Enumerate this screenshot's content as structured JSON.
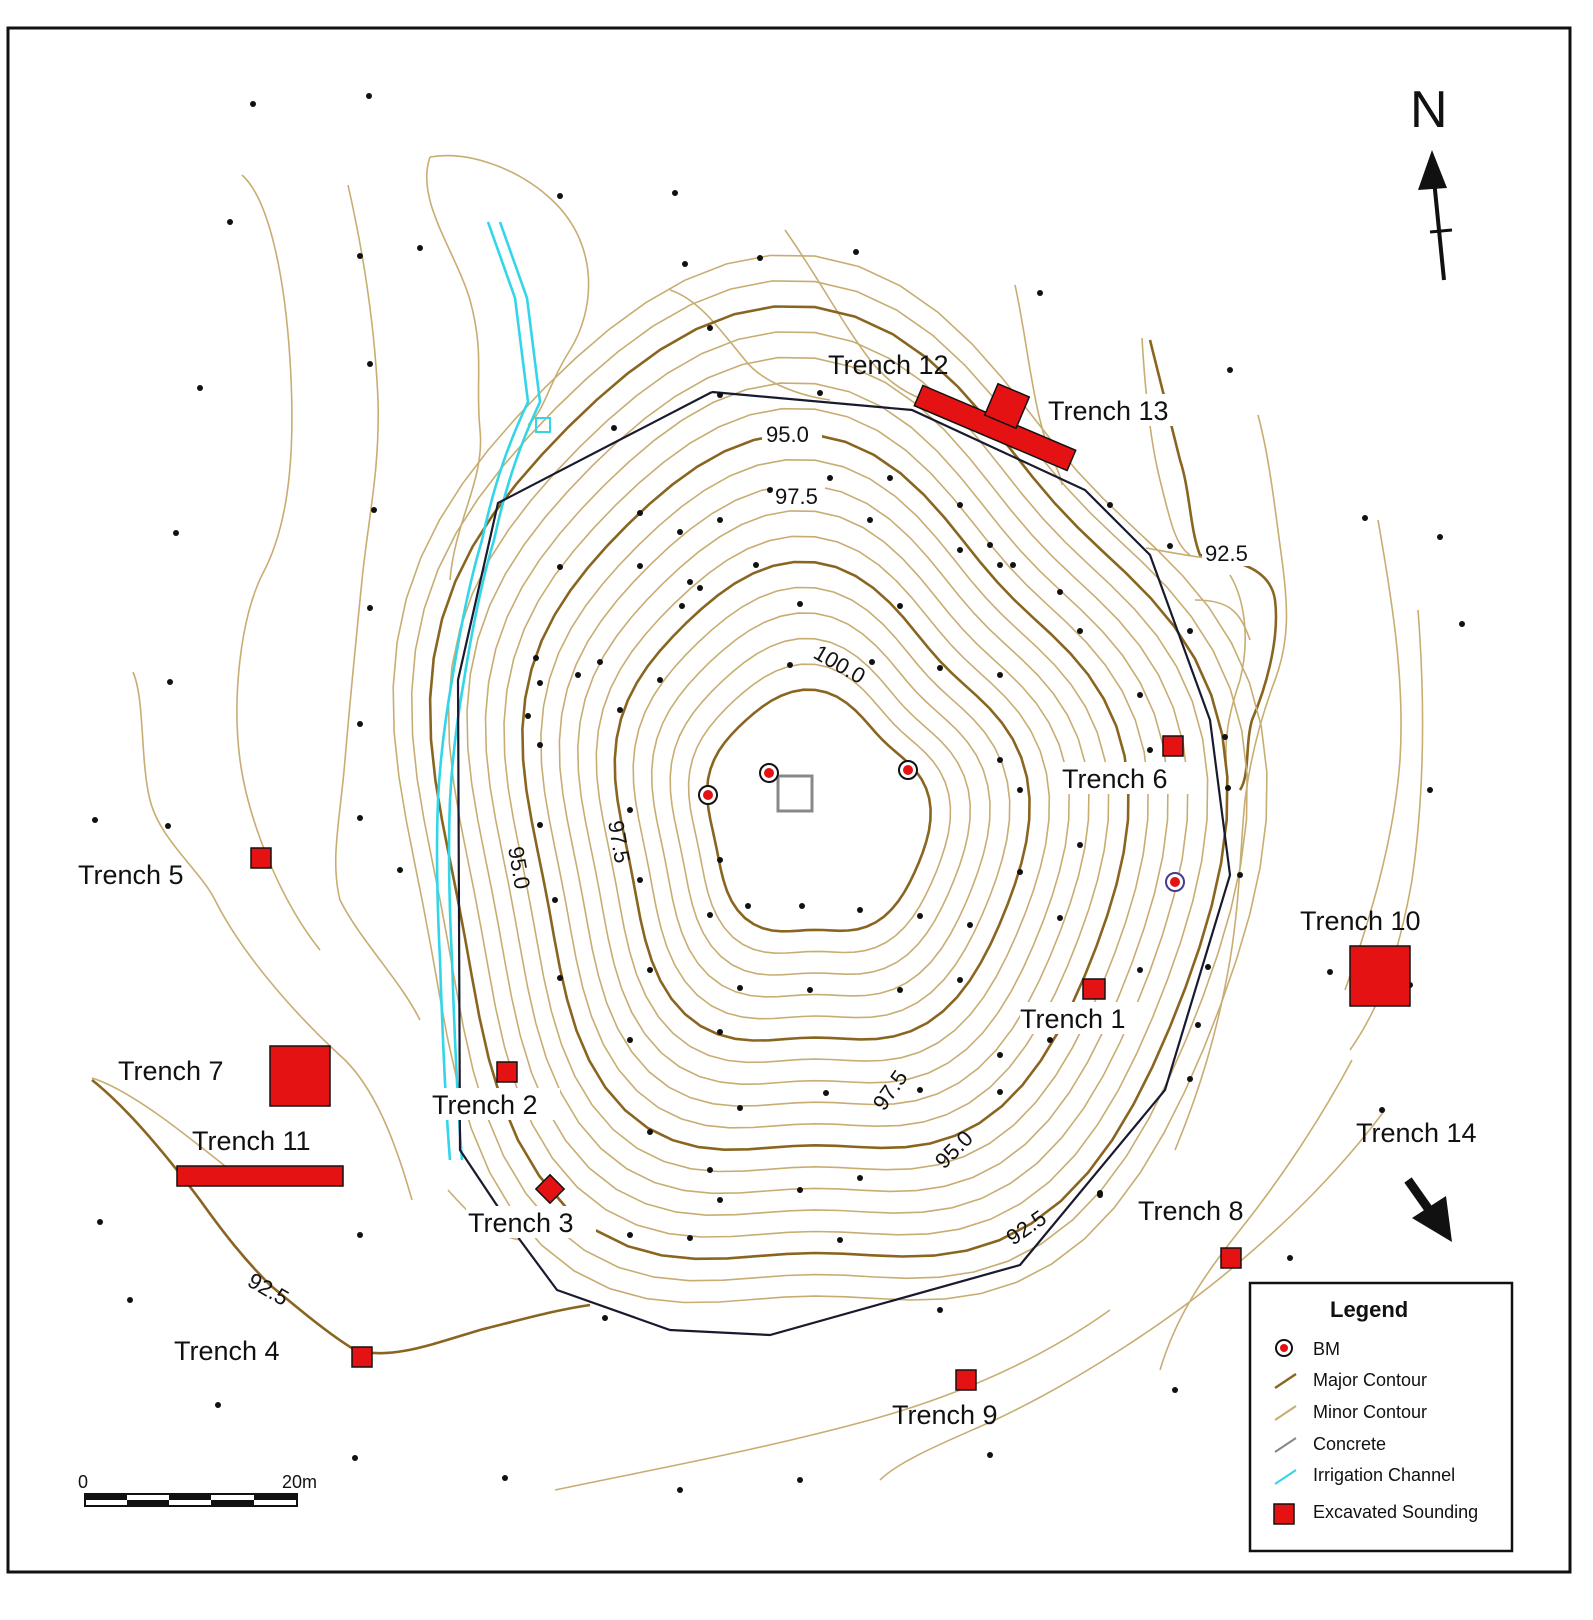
{
  "north_label": "N",
  "trenches": [
    {
      "label": "Trench 1"
    },
    {
      "label": "Trench 2"
    },
    {
      "label": "Trench 3"
    },
    {
      "label": "Trench 4"
    },
    {
      "label": "Trench 5"
    },
    {
      "label": "Trench 6"
    },
    {
      "label": "Trench 7"
    },
    {
      "label": "Trench 8"
    },
    {
      "label": "Trench 9"
    },
    {
      "label": "Trench 10"
    },
    {
      "label": "Trench 11"
    },
    {
      "label": "Trench 12"
    },
    {
      "label": "Trench 13"
    },
    {
      "label": "Trench 14"
    }
  ],
  "contour_labels": {
    "c100": "100.0",
    "c975_top": "97.5",
    "c975_left": "97.5",
    "c975_bottom": "97.5",
    "c950_top": "95.0",
    "c950_left": "95.0",
    "c950_bottom": "95.0",
    "c925_right": "92.5",
    "c925_bottom": "92.5",
    "c925_left": "92.5"
  },
  "scale_bar": {
    "start": "0",
    "end": "20m"
  },
  "legend": {
    "title": "Legend",
    "items": [
      {
        "label": "BM",
        "symbol": "bm-icon"
      },
      {
        "label": "Major Contour",
        "color": "#8a6520"
      },
      {
        "label": "Minor Contour",
        "color": "#c8ad72"
      },
      {
        "label": "Concrete",
        "color": "#888888"
      },
      {
        "label": "Irrigation Channel",
        "color": "#33d6e8"
      },
      {
        "label": "Excavated Sounding",
        "color": "#e41212"
      }
    ]
  },
  "colors": {
    "excavated": "#e41212",
    "major_contour": "#8a6520",
    "minor_contour": "#c8ad72",
    "irrigation": "#33d6e8",
    "boundary": "#1a1a2e",
    "concrete": "#888888"
  }
}
